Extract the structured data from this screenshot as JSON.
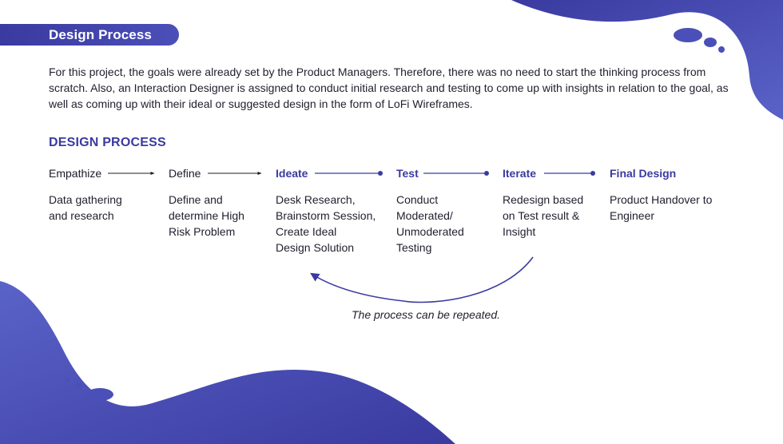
{
  "section_title": "Design Process",
  "intro_text": "For this project, the goals were already set by the Product Managers. Therefore, there was no need to start the thinking process from scratch. Also, an Interaction Designer is assigned to conduct initial research and testing to come up with insights in relation to the goal, as well as coming up with their ideal or suggested design in the form of LoFi Wireframes.",
  "process_heading": "DESIGN PROCESS",
  "steps": [
    {
      "title": "Empathize",
      "description_lines": [
        "Data gathering",
        "and research"
      ],
      "accent": false
    },
    {
      "title": "Define",
      "description_lines": [
        "Define and",
        "determine High",
        "Risk Problem"
      ],
      "accent": false
    },
    {
      "title": "Ideate",
      "description_lines": [
        "Desk Research,",
        "Brainstorm Session,",
        "Create Ideal",
        "Design Solution"
      ],
      "accent": true
    },
    {
      "title": "Test",
      "description_lines": [
        "Conduct",
        "Moderated/",
        "Unmoderated",
        "Testing"
      ],
      "accent": true
    },
    {
      "title": "Iterate",
      "description_lines": [
        "Redesign based",
        "on Test result &",
        "Insight"
      ],
      "accent": true
    },
    {
      "title": "Final Design",
      "description_lines": [
        "Product Handover to",
        "Engineer"
      ],
      "accent": true
    }
  ],
  "loop_caption": "The process can be repeated.",
  "colors": {
    "accent": "#3a3aa0",
    "accent_light": "#5a63c8",
    "text": "#1f1f2e",
    "background": "#ffffff"
  }
}
